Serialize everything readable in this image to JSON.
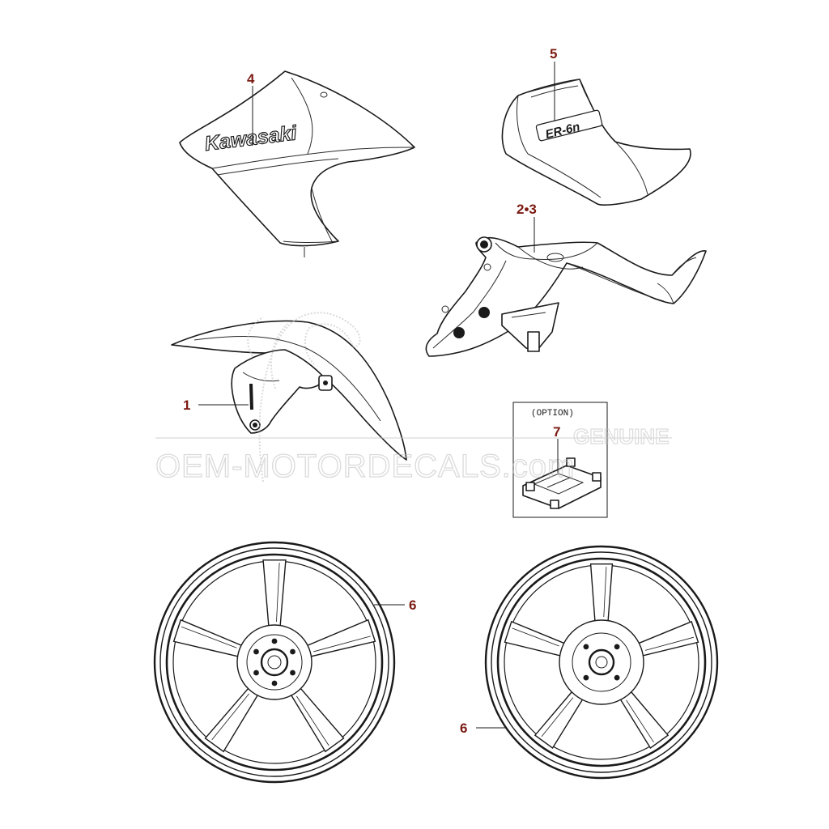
{
  "colors": {
    "callout": "#7a1a12",
    "line": "#1a1a1a",
    "watermark": "#c8c8c8"
  },
  "callouts": {
    "c1": "1",
    "c23": "2•3",
    "c4": "4",
    "c5": "5",
    "c6a": "6",
    "c6b": "6",
    "c7": "7"
  },
  "decals": {
    "shroud_logo": "Kawasaki",
    "seat_logo": "ER-6n"
  },
  "option_box": {
    "label": "(OPTION)"
  },
  "watermark": {
    "genuine": "GENUINE",
    "site": "OEM-MOTORDECALS.com"
  },
  "icons": [
    "parrot-watermark-icon"
  ]
}
